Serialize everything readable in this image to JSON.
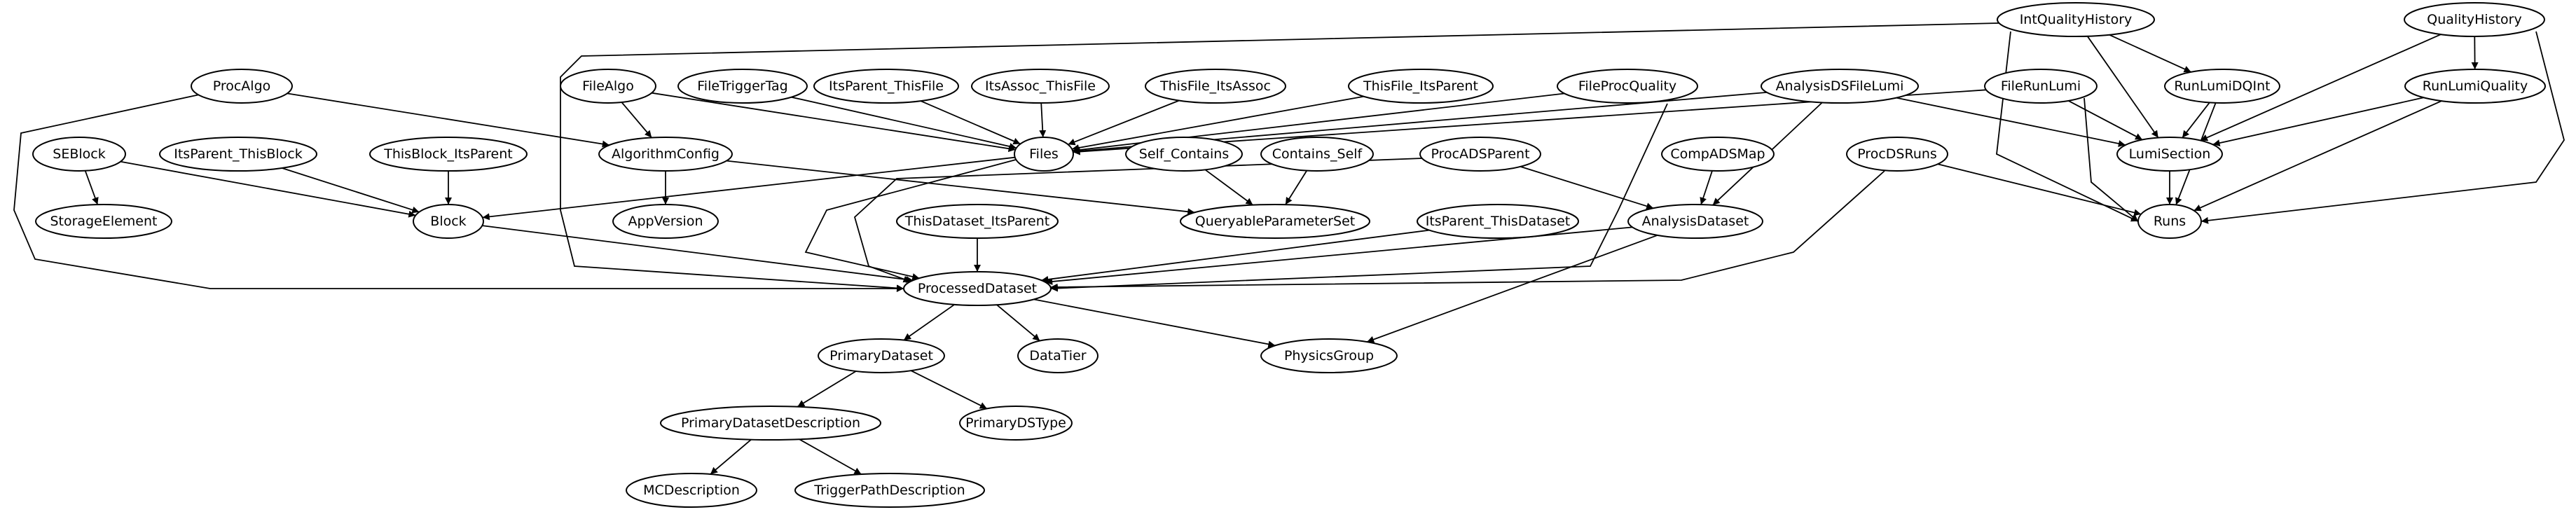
{
  "nodes": [
    {
      "id": "IntQualityHistory",
      "label": "IntQualityHistory"
    },
    {
      "id": "QualityHistory",
      "label": "QualityHistory"
    },
    {
      "id": "ProcAlgo",
      "label": "ProcAlgo"
    },
    {
      "id": "FileAlgo",
      "label": "FileAlgo"
    },
    {
      "id": "FileTriggerTag",
      "label": "FileTriggerTag"
    },
    {
      "id": "ItsParent_ThisFile",
      "label": "ItsParent_ThisFile"
    },
    {
      "id": "ItsAssoc_ThisFile",
      "label": "ItsAssoc_ThisFile"
    },
    {
      "id": "ThisFile_ItsAssoc",
      "label": "ThisFile_ItsAssoc"
    },
    {
      "id": "ThisFile_ItsParent",
      "label": "ThisFile_ItsParent"
    },
    {
      "id": "FileProcQuality",
      "label": "FileProcQuality"
    },
    {
      "id": "AnalysisDSFileLumi",
      "label": "AnalysisDSFileLumi"
    },
    {
      "id": "FileRunLumi",
      "label": "FileRunLumi"
    },
    {
      "id": "RunLumiDQInt",
      "label": "RunLumiDQInt"
    },
    {
      "id": "RunLumiQuality",
      "label": "RunLumiQuality"
    },
    {
      "id": "SEBlock",
      "label": "SEBlock"
    },
    {
      "id": "ItsParent_ThisBlock",
      "label": "ItsParent_ThisBlock"
    },
    {
      "id": "ThisBlock_ItsParent",
      "label": "ThisBlock_ItsParent"
    },
    {
      "id": "AlgorithmConfig",
      "label": "AlgorithmConfig"
    },
    {
      "id": "Files",
      "label": "Files"
    },
    {
      "id": "Self_Contains",
      "label": "Self_Contains"
    },
    {
      "id": "Contains_Self",
      "label": "Contains_Self"
    },
    {
      "id": "ProcADSParent",
      "label": "ProcADSParent"
    },
    {
      "id": "CompADSMap",
      "label": "CompADSMap"
    },
    {
      "id": "ProcDSRuns",
      "label": "ProcDSRuns"
    },
    {
      "id": "LumiSection",
      "label": "LumiSection"
    },
    {
      "id": "StorageElement",
      "label": "StorageElement"
    },
    {
      "id": "Block",
      "label": "Block"
    },
    {
      "id": "AppVersion",
      "label": "AppVersion"
    },
    {
      "id": "QueryableParameterSet",
      "label": "QueryableParameterSet"
    },
    {
      "id": "ThisDataset_ItsParent",
      "label": "ThisDataset_ItsParent"
    },
    {
      "id": "ItsParent_ThisDataset",
      "label": "ItsParent_ThisDataset"
    },
    {
      "id": "AnalysisDataset",
      "label": "AnalysisDataset"
    },
    {
      "id": "Runs",
      "label": "Runs"
    },
    {
      "id": "ProcessedDataset",
      "label": "ProcessedDataset"
    },
    {
      "id": "PrimaryDataset",
      "label": "PrimaryDataset"
    },
    {
      "id": "DataTier",
      "label": "DataTier"
    },
    {
      "id": "PhysicsGroup",
      "label": "PhysicsGroup"
    },
    {
      "id": "PrimaryDatasetDescription",
      "label": "PrimaryDatasetDescription"
    },
    {
      "id": "PrimaryDSType",
      "label": "PrimaryDSType"
    },
    {
      "id": "MCDescription",
      "label": "MCDescription"
    },
    {
      "id": "TriggerPathDescription",
      "label": "TriggerPathDescription"
    }
  ],
  "edges": [
    {
      "from": "IntQualityHistory",
      "to": "ProcessedDataset"
    },
    {
      "from": "IntQualityHistory",
      "to": "RunLumiDQInt"
    },
    {
      "from": "IntQualityHistory",
      "to": "LumiSection"
    },
    {
      "from": "IntQualityHistory",
      "to": "Runs"
    },
    {
      "from": "QualityHistory",
      "to": "RunLumiQuality"
    },
    {
      "from": "QualityHistory",
      "to": "LumiSection"
    },
    {
      "from": "QualityHistory",
      "to": "Runs"
    },
    {
      "from": "ProcAlgo",
      "to": "AlgorithmConfig"
    },
    {
      "from": "ProcAlgo",
      "to": "ProcessedDataset"
    },
    {
      "from": "FileAlgo",
      "to": "AlgorithmConfig"
    },
    {
      "from": "FileAlgo",
      "to": "Files"
    },
    {
      "from": "FileTriggerTag",
      "to": "Files"
    },
    {
      "from": "ItsParent_ThisFile",
      "to": "Files"
    },
    {
      "from": "ItsAssoc_ThisFile",
      "to": "Files"
    },
    {
      "from": "ThisFile_ItsAssoc",
      "to": "Files"
    },
    {
      "from": "ThisFile_ItsParent",
      "to": "Files"
    },
    {
      "from": "FileProcQuality",
      "to": "Files"
    },
    {
      "from": "FileProcQuality",
      "to": "ProcessedDataset"
    },
    {
      "from": "AnalysisDSFileLumi",
      "to": "Files"
    },
    {
      "from": "AnalysisDSFileLumi",
      "to": "LumiSection"
    },
    {
      "from": "AnalysisDSFileLumi",
      "to": "AnalysisDataset"
    },
    {
      "from": "FileRunLumi",
      "to": "Files"
    },
    {
      "from": "FileRunLumi",
      "to": "LumiSection"
    },
    {
      "from": "FileRunLumi",
      "to": "Runs"
    },
    {
      "from": "RunLumiDQInt",
      "to": "LumiSection"
    },
    {
      "from": "RunLumiDQInt",
      "to": "Runs"
    },
    {
      "from": "RunLumiQuality",
      "to": "LumiSection"
    },
    {
      "from": "RunLumiQuality",
      "to": "Runs"
    },
    {
      "from": "SEBlock",
      "to": "StorageElement"
    },
    {
      "from": "SEBlock",
      "to": "Block"
    },
    {
      "from": "ItsParent_ThisBlock",
      "to": "Block"
    },
    {
      "from": "ThisBlock_ItsParent",
      "to": "Block"
    },
    {
      "from": "AlgorithmConfig",
      "to": "AppVersion"
    },
    {
      "from": "AlgorithmConfig",
      "to": "QueryableParameterSet"
    },
    {
      "from": "Files",
      "to": "Block"
    },
    {
      "from": "Files",
      "to": "ProcessedDataset"
    },
    {
      "from": "Self_Contains",
      "to": "QueryableParameterSet"
    },
    {
      "from": "Contains_Self",
      "to": "QueryableParameterSet"
    },
    {
      "from": "ProcADSParent",
      "to": "AnalysisDataset"
    },
    {
      "from": "ProcADSParent",
      "to": "ProcessedDataset"
    },
    {
      "from": "CompADSMap",
      "to": "AnalysisDataset"
    },
    {
      "from": "ProcDSRuns",
      "to": "Runs"
    },
    {
      "from": "ProcDSRuns",
      "to": "ProcessedDataset"
    },
    {
      "from": "LumiSection",
      "to": "Runs"
    },
    {
      "from": "Block",
      "to": "ProcessedDataset"
    },
    {
      "from": "ThisDataset_ItsParent",
      "to": "ProcessedDataset"
    },
    {
      "from": "ItsParent_ThisDataset",
      "to": "ProcessedDataset"
    },
    {
      "from": "AnalysisDataset",
      "to": "ProcessedDataset"
    },
    {
      "from": "AnalysisDataset",
      "to": "PhysicsGroup"
    },
    {
      "from": "ProcessedDataset",
      "to": "PrimaryDataset"
    },
    {
      "from": "ProcessedDataset",
      "to": "DataTier"
    },
    {
      "from": "ProcessedDataset",
      "to": "PhysicsGroup"
    },
    {
      "from": "PrimaryDataset",
      "to": "PrimaryDatasetDescription"
    },
    {
      "from": "PrimaryDataset",
      "to": "PrimaryDSType"
    },
    {
      "from": "PrimaryDatasetDescription",
      "to": "MCDescription"
    },
    {
      "from": "PrimaryDatasetDescription",
      "to": "TriggerPathDescription"
    }
  ]
}
